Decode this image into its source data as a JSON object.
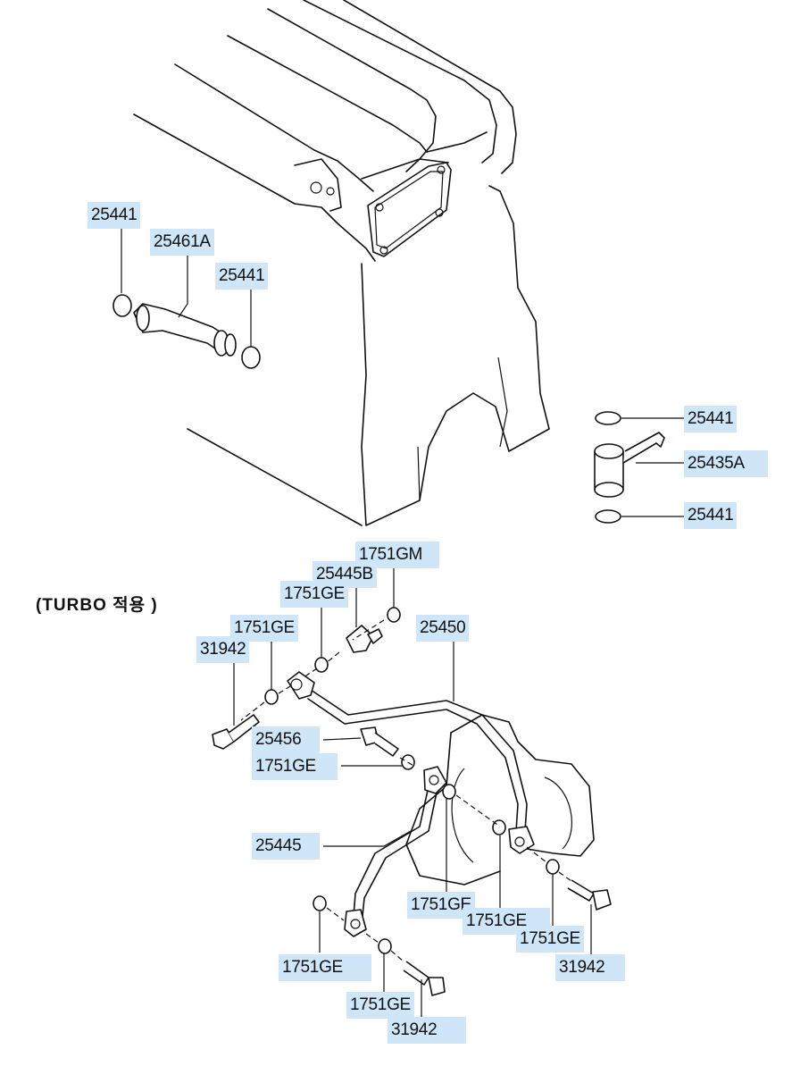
{
  "note": "(TURBO  적용  )",
  "callouts": [
    {
      "id": "c1",
      "label": "25441"
    },
    {
      "id": "c2",
      "label": "25461A"
    },
    {
      "id": "c3",
      "label": "25441"
    },
    {
      "id": "c4",
      "label": "25441"
    },
    {
      "id": "c5",
      "label": "25435A"
    },
    {
      "id": "c6",
      "label": "25441"
    },
    {
      "id": "c7",
      "label": "1751GM"
    },
    {
      "id": "c8",
      "label": "25445B"
    },
    {
      "id": "c9",
      "label": "1751GE"
    },
    {
      "id": "c10",
      "label": "1751GE"
    },
    {
      "id": "c11",
      "label": "31942"
    },
    {
      "id": "c12",
      "label": "25450"
    },
    {
      "id": "c13",
      "label": "25456"
    },
    {
      "id": "c14",
      "label": "1751GE"
    },
    {
      "id": "c15",
      "label": "25445"
    },
    {
      "id": "c16",
      "label": "1751GE"
    },
    {
      "id": "c17",
      "label": "1751GE"
    },
    {
      "id": "c18",
      "label": "1751GE"
    },
    {
      "id": "c19",
      "label": "31942"
    },
    {
      "id": "c20",
      "label": "1751GE"
    },
    {
      "id": "c21",
      "label": "1751GE"
    },
    {
      "id": "c22",
      "label": "31942"
    }
  ]
}
